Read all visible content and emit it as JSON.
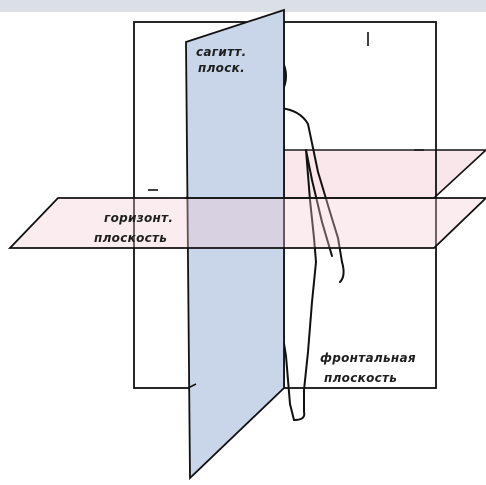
{
  "colors": {
    "top_band": "#dbe0e8",
    "sagittal_fill": "#c9d6ea",
    "horizontal_fill": "#f2c8d2",
    "line": "#111111",
    "background": "#ffffff"
  },
  "labels": {
    "sagittal": [
      "сагитт.",
      "плоск."
    ],
    "horizontal": [
      "горизонт.",
      "плоскость"
    ],
    "frontal": [
      "фронтальная",
      "плоскость"
    ]
  },
  "figure": {
    "subject": "human-body-outline",
    "planes": [
      "frontal-plane",
      "sagittal-plane",
      "horizontal-plane"
    ]
  }
}
